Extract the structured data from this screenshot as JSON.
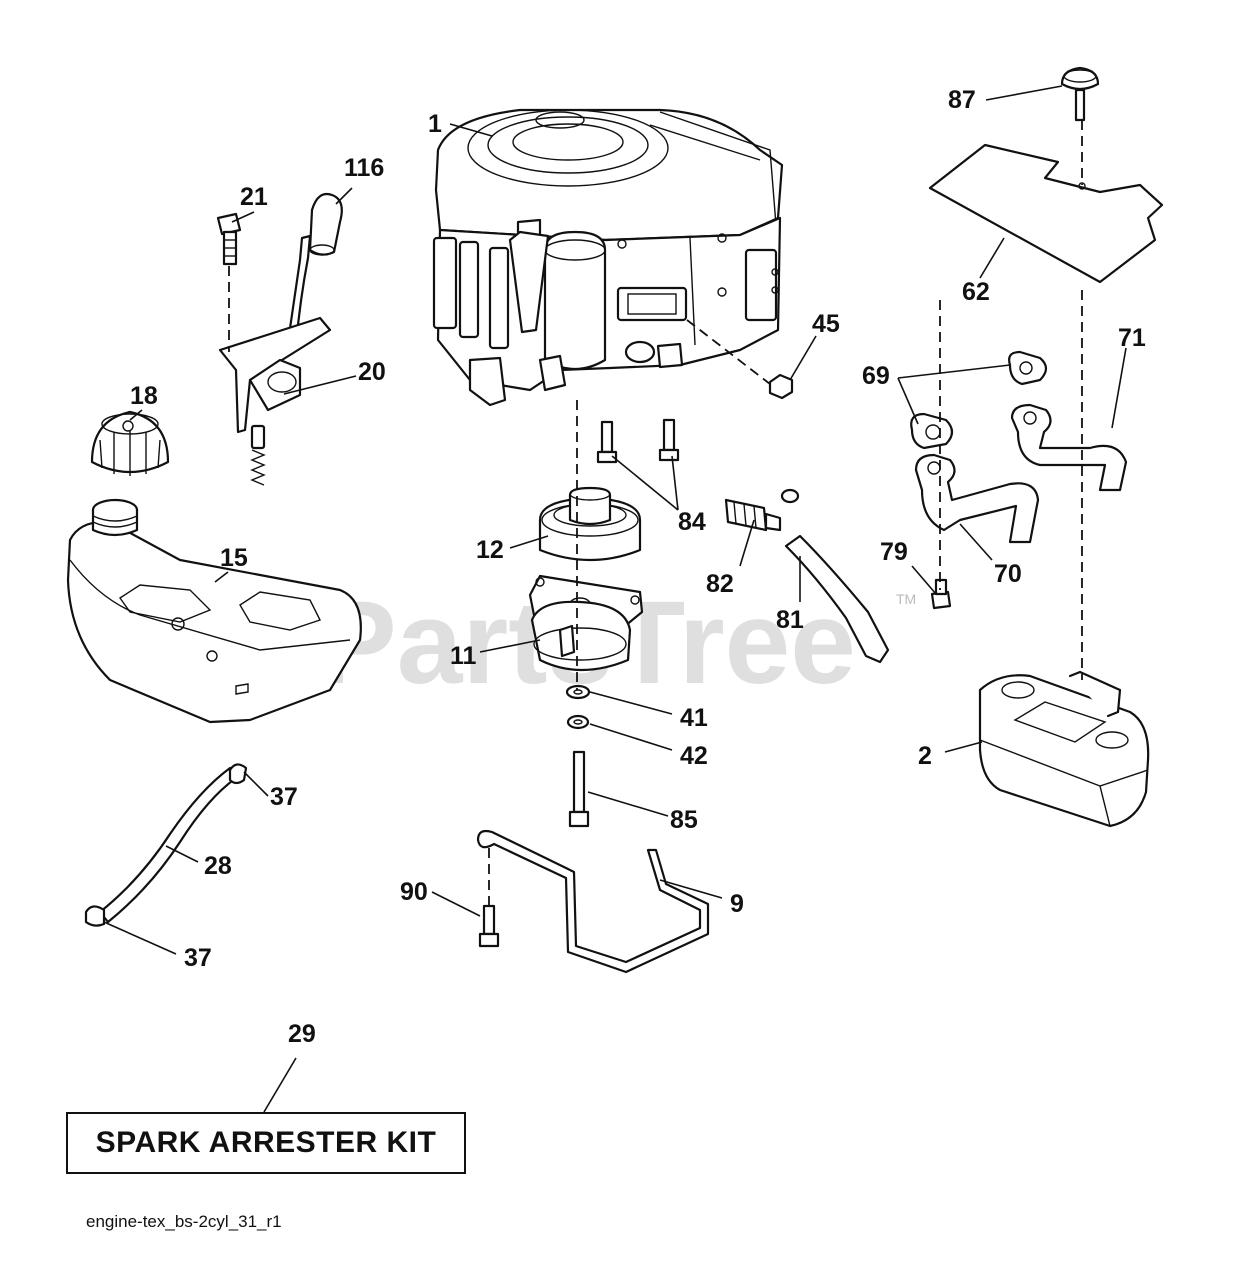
{
  "watermark": {
    "text": "PartsTree",
    "tm": "TM"
  },
  "callouts": [
    {
      "id": "c1",
      "label": "1"
    },
    {
      "id": "c116",
      "label": "116"
    },
    {
      "id": "c21",
      "label": "21"
    },
    {
      "id": "c20",
      "label": "20"
    },
    {
      "id": "c18",
      "label": "18"
    },
    {
      "id": "c15",
      "label": "15"
    },
    {
      "id": "c87",
      "label": "87"
    },
    {
      "id": "c62",
      "label": "62"
    },
    {
      "id": "c45",
      "label": "45"
    },
    {
      "id": "c69",
      "label": "69"
    },
    {
      "id": "c71",
      "label": "71"
    },
    {
      "id": "c84",
      "label": "84"
    },
    {
      "id": "c12",
      "label": "12"
    },
    {
      "id": "c82",
      "label": "82"
    },
    {
      "id": "c81",
      "label": "81"
    },
    {
      "id": "c79",
      "label": "79"
    },
    {
      "id": "c70",
      "label": "70"
    },
    {
      "id": "c11",
      "label": "11"
    },
    {
      "id": "c41",
      "label": "41"
    },
    {
      "id": "c42",
      "label": "42"
    },
    {
      "id": "c2",
      "label": "2"
    },
    {
      "id": "c85",
      "label": "85"
    },
    {
      "id": "c37a",
      "label": "37"
    },
    {
      "id": "c28",
      "label": "28"
    },
    {
      "id": "c37b",
      "label": "37"
    },
    {
      "id": "c90",
      "label": "90"
    },
    {
      "id": "c9",
      "label": "9"
    },
    {
      "id": "c29",
      "label": "29"
    }
  ],
  "kit": {
    "label": "SPARK ARRESTER KIT"
  },
  "diagram_id": "engine-tex_bs-2cyl_31_r1"
}
